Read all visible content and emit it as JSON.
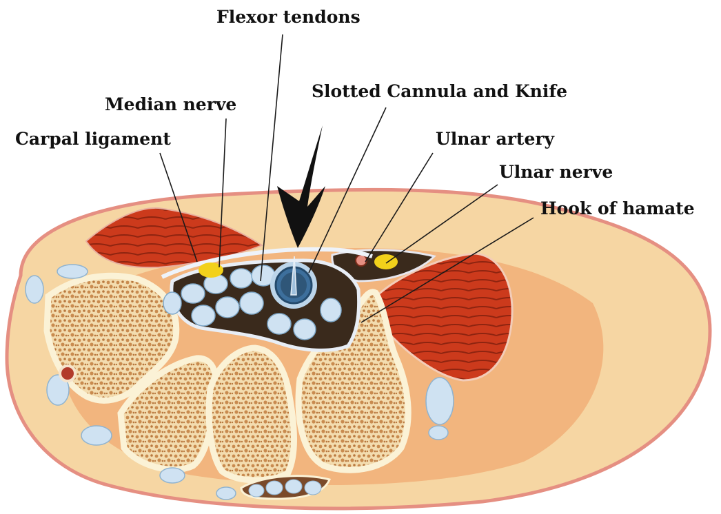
{
  "labels": {
    "flexor_tendons": "Flexor tendons",
    "slotted_cannula": "Slotted Cannula and Knife",
    "median_nerve": "Median nerve",
    "carpal_ligament": "Carpal ligament",
    "ulnar_artery": "Ulnar artery",
    "ulnar_nerve": "Ulnar nerve",
    "hook_of_hamate": "Hook of hamate"
  },
  "colors": {
    "skin_outline": "#e58f82",
    "subcutaneous": "#f6d6a3",
    "deep_tissue": "#f2b57e",
    "muscle": "#cc3a1c",
    "bone_cortex": "#fbf2d6",
    "bone_trabecular": "#c98b4f",
    "tunnel_fill": "#3a2a1c",
    "tendon": "#cfe2f2",
    "nerve": "#f2d11b",
    "cannula": "#3d6f9c",
    "arrow": "#111111"
  }
}
